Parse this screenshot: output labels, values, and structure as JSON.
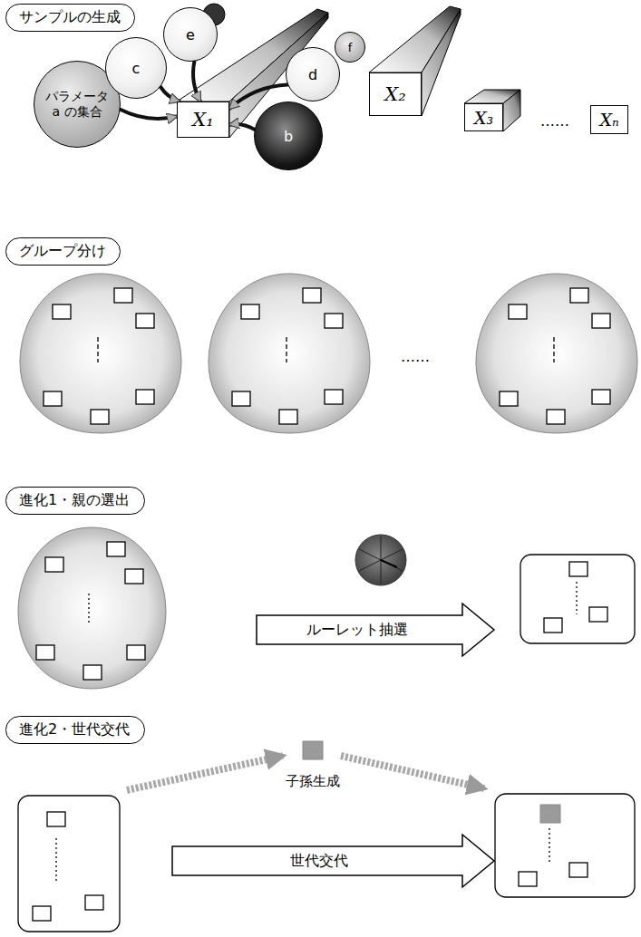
{
  "diagram": {
    "nodes": [
      {
        "text": [
          "サンプルの生成"
        ]
      },
      {
        "text": [
          "パラメータ a の集合"
        ]
      },
      {
        "text": [
          "c"
        ]
      },
      {
        "text": [
          "e"
        ]
      },
      {
        "text": [
          "X₁"
        ]
      },
      {
        "text": [
          "b"
        ]
      },
      {
        "text": [
          "f"
        ]
      },
      {
        "text": [
          "d"
        ]
      },
      {
        "text": [
          "X₂"
        ]
      },
      {
        "text": [
          "X₃"
        ]
      },
      {
        "text": [
          "Xₙ"
        ]
      },
      {
        "text": [
          "グループ分け"
        ]
      },
      {
        "text": [
          "進化1・親の選出"
        ]
      },
      {
        "text": [
          "進化2・世代交代"
        ]
      }
    ],
    "edges": [
      {
        "from": 1,
        "to": 4,
        "arrow": "to"
      },
      {
        "from": 2,
        "to": 4,
        "arrow": "to"
      },
      {
        "from": 3,
        "to": 4,
        "arrow": "to"
      },
      {
        "from": 7,
        "to": 4,
        "arrow": "to"
      },
      {
        "from": 5,
        "to": 4,
        "arrow": "to"
      }
    ],
    "labels": [
      "……",
      "……",
      "ルーレット抽選",
      "子孫生成",
      "世代交代"
    ]
  }
}
